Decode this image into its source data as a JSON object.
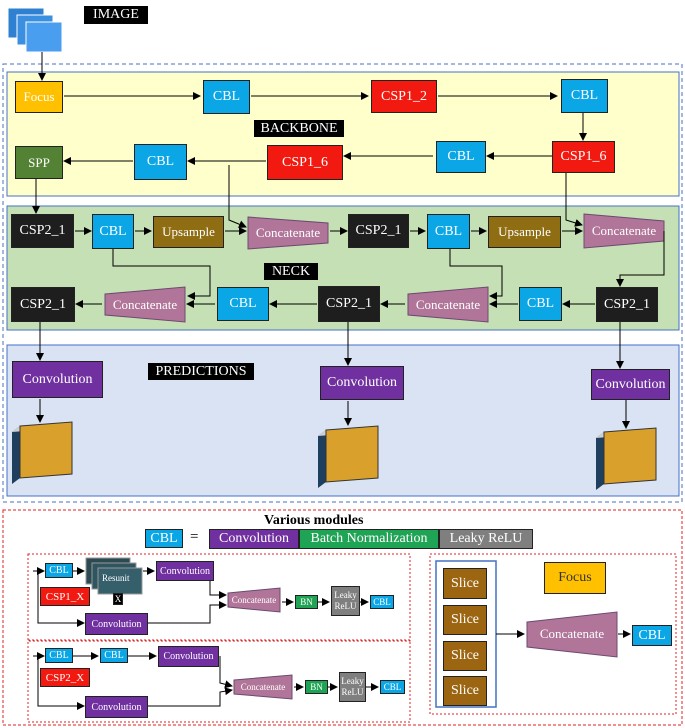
{
  "image_label": "IMAGE",
  "sections": {
    "backbone": "BACKBONE",
    "neck": "NECK",
    "predictions": "PREDICTIONS"
  },
  "backbone": {
    "focus": "Focus",
    "cbl_1": "CBL",
    "csp1_2": "CSP1_2",
    "cbl_2": "CBL",
    "csp1_6_right": "CSP1_6",
    "cbl_3": "CBL",
    "csp1_6_mid": "CSP1_6",
    "cbl_4": "CBL",
    "spp": "SPP"
  },
  "neck": {
    "row1": {
      "csp2_1_a": "CSP2_1",
      "cbl_a": "CBL",
      "upsample_a": "Upsample",
      "concat_a": "Concatenate",
      "csp2_1_b": "CSP2_1",
      "cbl_b": "CBL",
      "upsample_b": "Upsample",
      "concat_b": "Concatenate"
    },
    "row2": {
      "csp2_1_c": "CSP2_1",
      "concat_c": "Concatenate",
      "cbl_c": "CBL",
      "csp2_1_d": "CSP2_1",
      "concat_d": "Concatenate",
      "cbl_d": "CBL",
      "csp2_1_e": "CSP2_1"
    }
  },
  "predictions": {
    "conv_1": "Convolution",
    "conv_2": "Convolution",
    "conv_3": "Convolution"
  },
  "modules": {
    "title": "Various modules",
    "cbl_def": {
      "cbl": "CBL",
      "equals": "=",
      "convolution": "Convolution",
      "bn": "Batch Normalization",
      "leaky": "Leaky ReLU"
    },
    "csp1": {
      "cbl": "CBL",
      "resunit": "Resunit",
      "x": "X",
      "name": "CSP1_X",
      "conv_top": "Convolution",
      "conv_bottom": "Convolution",
      "concat": "Concatenate",
      "bn": "BN",
      "leaky": "Leaky\nReLU",
      "cbl_out": "CBL"
    },
    "csp2": {
      "cbl_1": "CBL",
      "cbl_2": "CBL",
      "conv_top": "Convolution",
      "name": "CSP2_X",
      "conv_bottom": "Convolution",
      "concat": "Concatenate",
      "bn": "BN",
      "leaky": "Leaky\nReLU",
      "cbl_out": "CBL"
    },
    "focus": {
      "title": "Focus",
      "slices": [
        "Slice",
        "Slice",
        "Slice",
        "Slice"
      ],
      "concat": "Concatenate",
      "cbl": "CBL"
    }
  },
  "colors": {
    "backbone_bg": "#ffffcc",
    "neck_bg": "#c5e0b4",
    "predictions_bg": "#dae3f3",
    "cbl": "#0aa6e6",
    "csp1": "#f21a10",
    "csp2": "#1e1e1e",
    "concat": "#b07598",
    "yolo_head": "#d9a02b"
  }
}
